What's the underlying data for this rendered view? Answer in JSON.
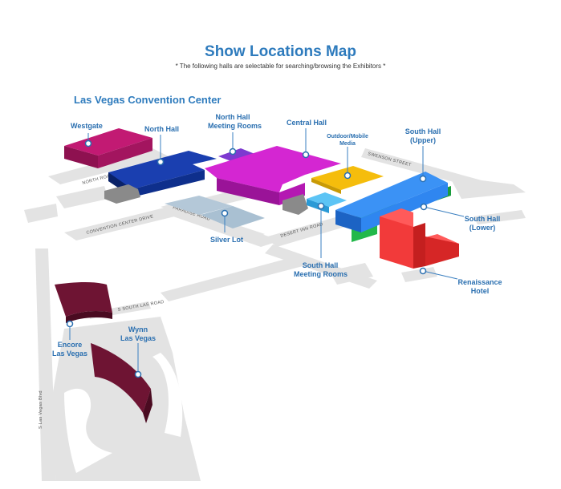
{
  "header": {
    "title": "Show Locations Map",
    "subtitle": "* The following halls are selectable for searching/browsing the Exhibitors *",
    "venue": "Las Vegas Convention Center"
  },
  "halls": {
    "westgate": {
      "label": "Westgate",
      "color": "#a3155f"
    },
    "north_hall": {
      "label": "North Hall",
      "color": "#0e2f8c"
    },
    "north_meeting": {
      "label_1": "North Hall",
      "label_2": "Meeting Rooms",
      "color": "#6a2bb0"
    },
    "central": {
      "label": "Central Hall",
      "color": "#c219c0"
    },
    "outdoor": {
      "label_1": "Outdoor/Mobile",
      "label_2": "Media",
      "color": "#f2b705"
    },
    "south_upper": {
      "label_1": "South Hall",
      "label_2": "(Upper)",
      "color": "#2f86f0"
    },
    "south_lower": {
      "label_1": "South Hall",
      "label_2": "(Lower)",
      "color": "#22b84a"
    },
    "silver_lot": {
      "label": "Silver Lot",
      "color": "#a9c0d2"
    },
    "south_meeting": {
      "label_1": "South Hall",
      "label_2": "Meeting Rooms",
      "color": "#45b8f2"
    },
    "renaissance": {
      "label_1": "Renaissance",
      "label_2": "Hotel",
      "color": "#f23a3a"
    },
    "encore": {
      "label_1": "Encore",
      "label_2": "Las Vegas",
      "color": "#6e1433"
    },
    "wynn": {
      "label_1": "Wynn",
      "label_2": "Las Vegas",
      "color": "#6e1433"
    }
  },
  "streets": {
    "north_road": "NORTH ROAD",
    "convention_center_drive": "CONVENTION CENTER DRIVE",
    "paradise_road": "PARADISE ROAD",
    "desert_inn_road": "DESERT INN ROAD",
    "swenson_street": "SWENSON STREET",
    "sands_ave": "S SOUTH LAS ROAD",
    "las_vegas_blvd": "S Las Vegas Blvd"
  }
}
